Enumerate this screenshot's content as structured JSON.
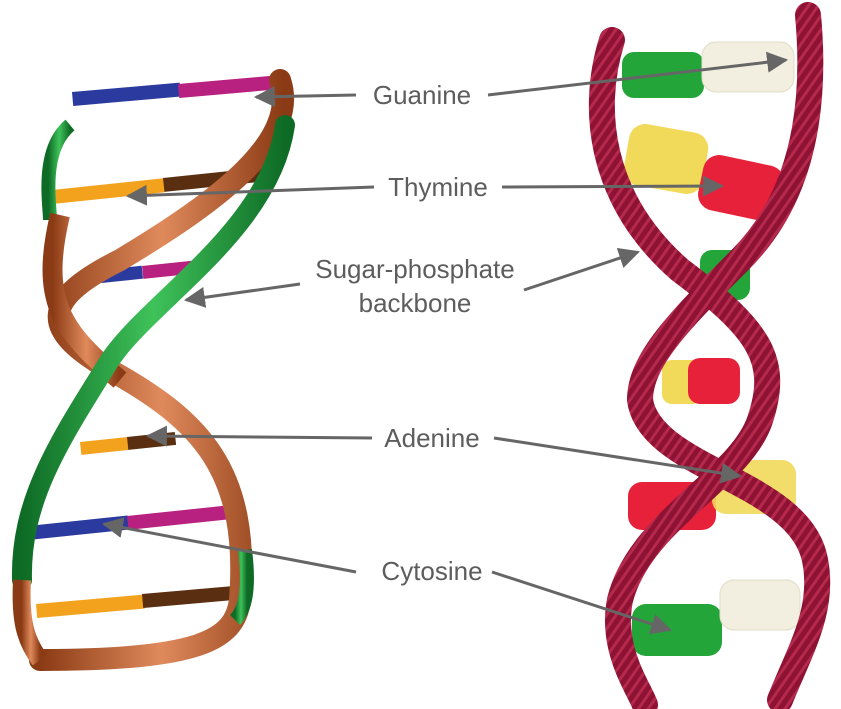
{
  "labels": {
    "guanine": "Guanine",
    "thymine": "Thymine",
    "backbone_line1": "Sugar-phosphate",
    "backbone_line2": "backbone",
    "adenine": "Adenine",
    "cytosine": "Cytosine"
  },
  "colors": {
    "adenine": "#5a2e10",
    "thymine": "#f2a21c",
    "guanine": "#b8217f",
    "cytosine": "#2b3a9e",
    "backbone_orange": "#c86a3a",
    "backbone_green": "#1f9b3a",
    "licorice": "#8e1233",
    "candy_green": "#23a53a",
    "candy_red": "#e8213a",
    "candy_yellow": "#f1d95a",
    "candy_clear": "#f3efe0",
    "arrow": "#666666"
  },
  "icons": [
    "dna-illustration",
    "candy-dna-model"
  ]
}
